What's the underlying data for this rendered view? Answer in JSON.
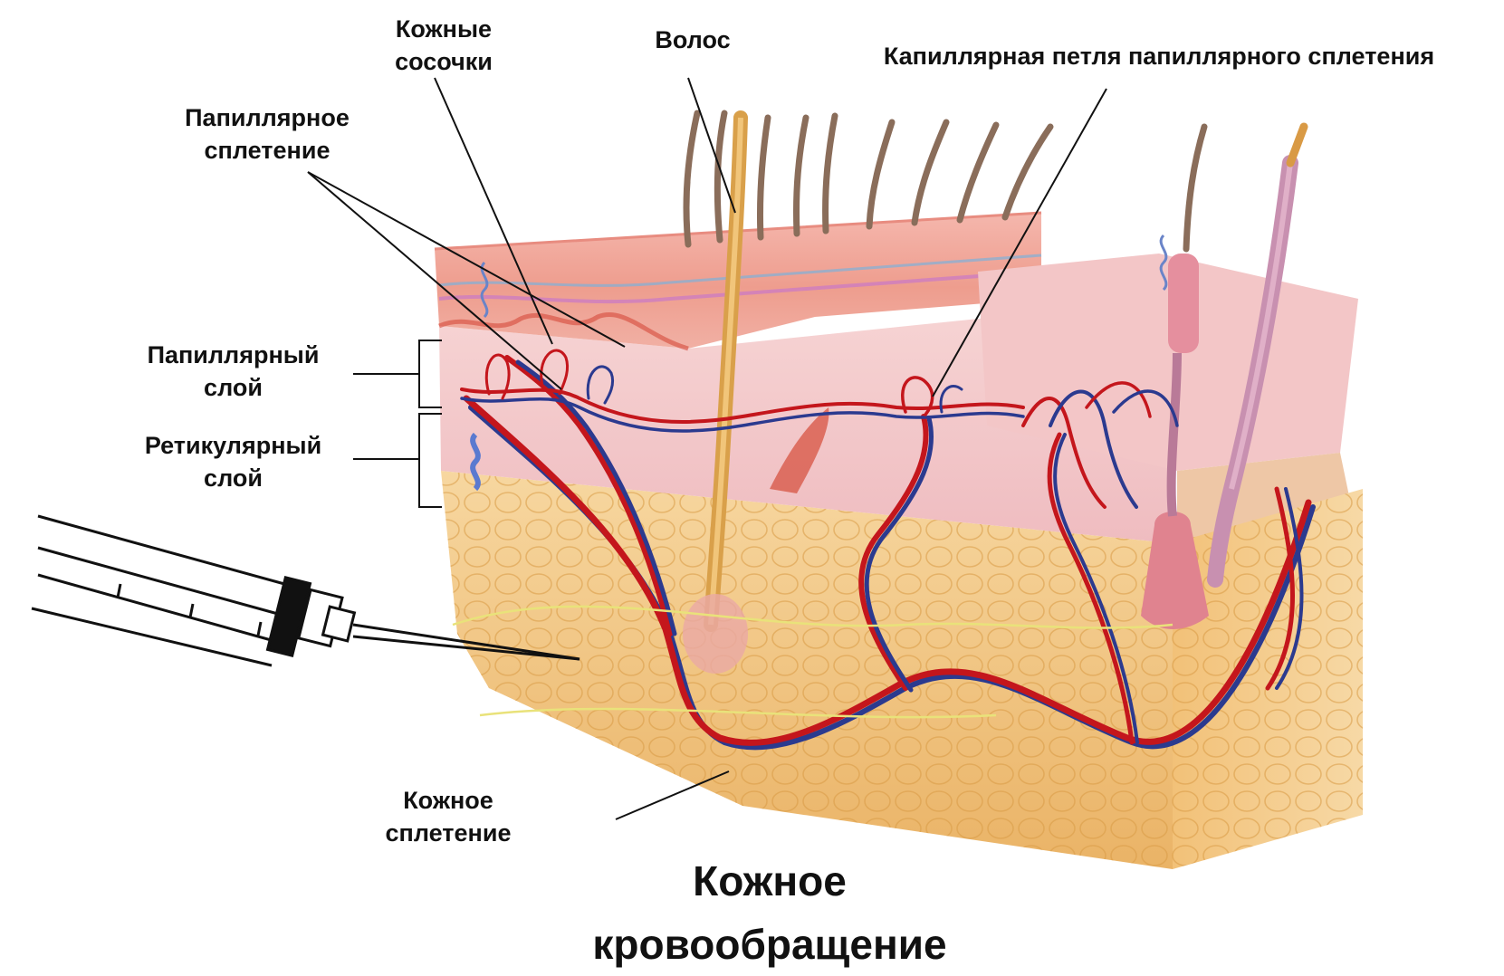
{
  "labels": {
    "dermal_papillae": "Кожные\nсосочки",
    "hair": "Волос",
    "capillary_loop": "Капиллярная петля папиллярного сплетения",
    "papillary_plexus": "Папиллярное\nсплетение",
    "papillary_layer": "Папиллярный\nслой",
    "reticular_layer": "Ретикулярный\nслой",
    "cutaneous_plexus": "Кожное\nсплетение"
  },
  "title": "Кожное\nкровообращение",
  "colors": {
    "artery": "#c4161c",
    "vein": "#2b3a8f",
    "epidermis": "#f2a9a0",
    "dermis": "#f3c9c8",
    "fat": "#f3c680",
    "hair": "#8a6d5a"
  },
  "icons": [
    "syringe-icon"
  ]
}
